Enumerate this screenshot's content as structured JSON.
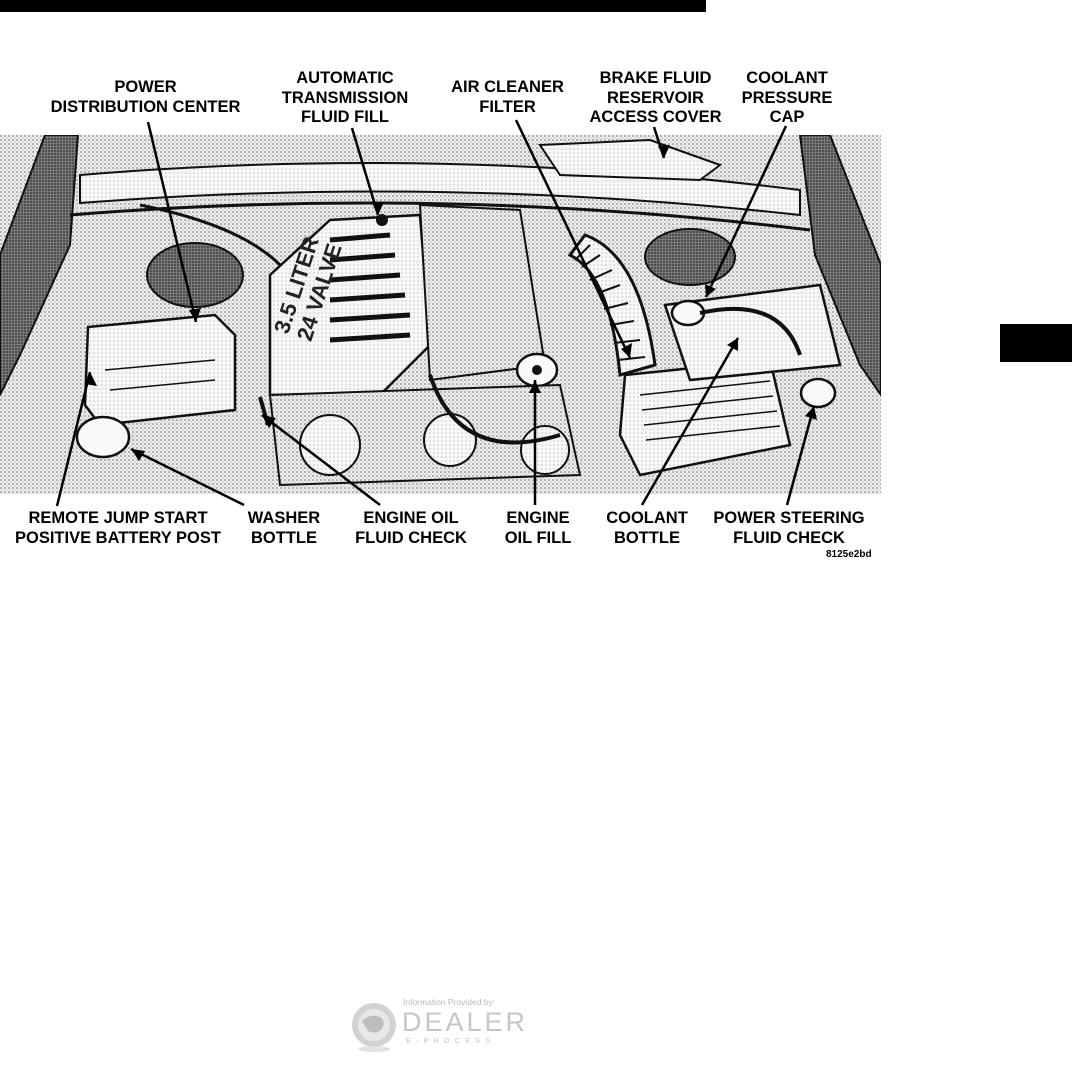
{
  "labels": {
    "power_distribution_center": "POWER\nDISTRIBUTION CENTER",
    "automatic_transmission_fluid_fill": "AUTOMATIC\nTRANSMISSION\nFLUID FILL",
    "air_cleaner_filter": "AIR CLEANER\nFILTER",
    "brake_fluid_reservoir_access_cover": "BRAKE FLUID\nRESERVOIR\nACCESS COVER",
    "coolant_pressure_cap": "COOLANT\nPRESSURE\nCAP",
    "remote_jump_start_positive_battery_post": "REMOTE JUMP START\nPOSITIVE BATTERY POST",
    "washer_bottle": "WASHER\nBOTTLE",
    "engine_oil_fluid_check": "ENGINE OIL\nFLUID CHECK",
    "engine_oil_fill": "ENGINE\nOIL  FILL",
    "coolant_bottle": "COOLANT\nBOTTLE",
    "power_steering_fluid_check": "POWER STEERING\nFLUID CHECK"
  },
  "figure_code": "8125e2bd",
  "engine_cover_text": "3.5 LITER\n24 VALVE",
  "watermark": {
    "small": "Information Provided by:",
    "brand": "DEALER",
    "sub": "E-PROCESS"
  }
}
